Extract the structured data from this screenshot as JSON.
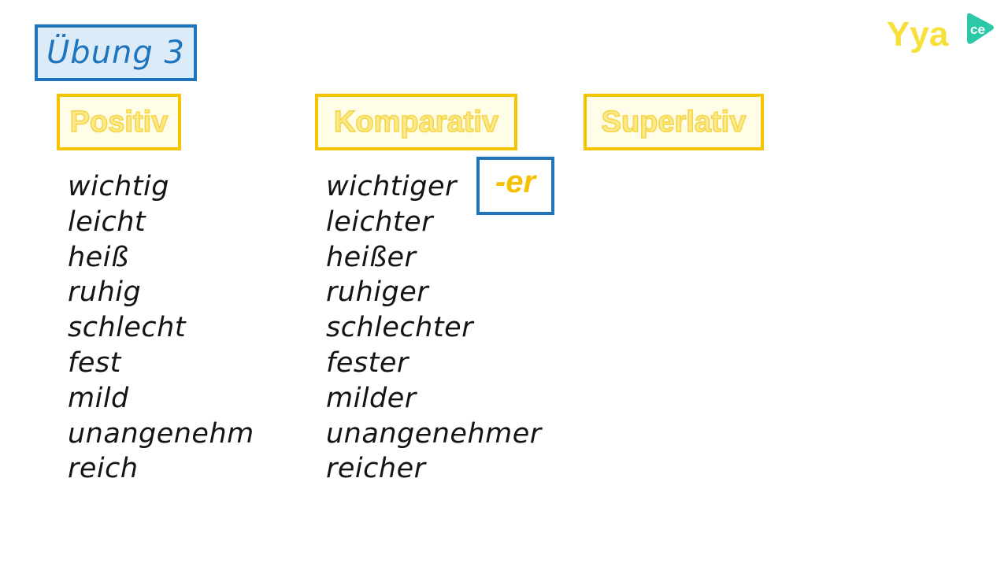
{
  "title": "Übung 3",
  "headers": {
    "positiv": "Positiv",
    "komparativ": "Komparativ",
    "superlativ": "Superlativ"
  },
  "suffix_label": "-er",
  "positiv_words": [
    "wichtig",
    "leicht",
    "heiß",
    "ruhig",
    "schlecht",
    "fest",
    "mild",
    "unangenehm",
    "reich"
  ],
  "komparativ_words": [
    "wichtiger",
    "leichter",
    "heißer",
    "ruhiger",
    "schlechter",
    "fester",
    "milder",
    "unangenehmer",
    "reicher"
  ],
  "logo": {
    "text": "Yya",
    "badge": "ce",
    "color": "#f7e03a",
    "badge_color": "#2cc8a8"
  },
  "colors": {
    "blue": "#1f75bd",
    "yellow": "#f5c400"
  }
}
